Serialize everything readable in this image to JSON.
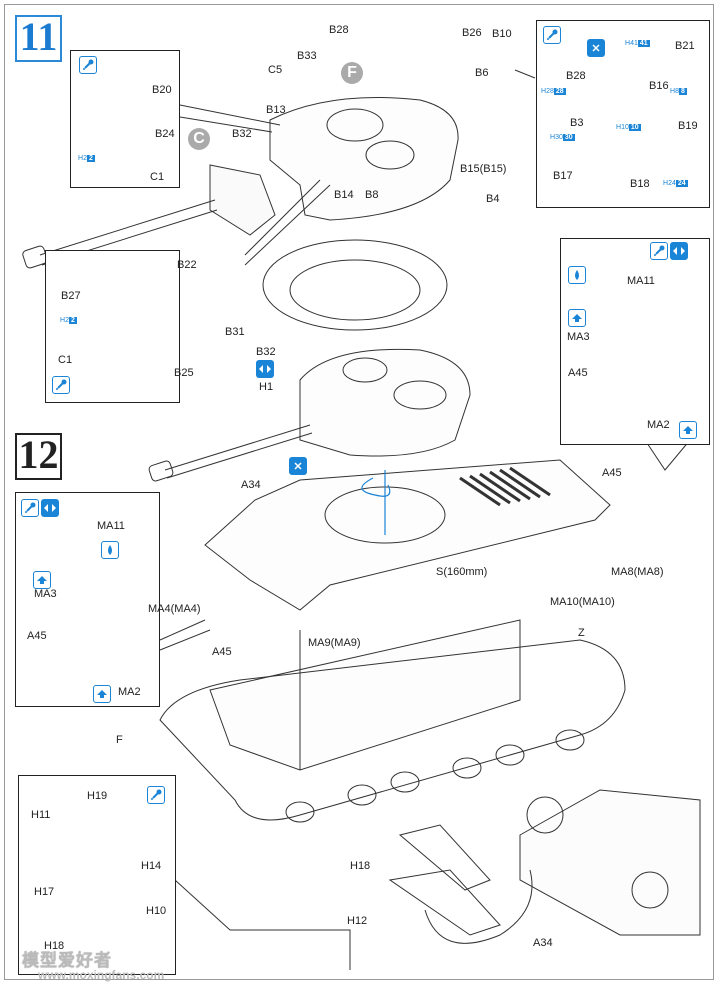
{
  "document": {
    "type": "model kit assembly instructions",
    "accent_color": "#1a84d6"
  },
  "steps": [
    {
      "number": "11"
    },
    {
      "number": "12"
    }
  ],
  "step11": {
    "sub_hull_letters": {
      "c": "C",
      "f": "F"
    },
    "inset_top_left": {
      "labels": {
        "b20": "B20",
        "b24": "B24",
        "c1": "C1"
      },
      "h_badge": {
        "prefix": "H",
        "a": "2",
        "b": "2"
      }
    },
    "main_labels": {
      "b28": "B28",
      "b33": "B33",
      "c5": "C5",
      "b26": "B26",
      "b10": "B10",
      "b6": "B6",
      "b13": "B13",
      "b32": "B32",
      "b15": "B15(B15)",
      "b14": "B14",
      "b8": "B8",
      "b4": "B4",
      "b31": "B31"
    },
    "inset_mg": {
      "labels": {
        "b21": "B21",
        "b28": "B28",
        "b16": "B16",
        "b3": "B3",
        "b19": "B19",
        "b17": "B17",
        "b18": "B18"
      },
      "h_badges": [
        {
          "prefix": "H",
          "a": "41",
          "b": "41"
        },
        {
          "prefix": "H",
          "a": "28",
          "b": "28"
        },
        {
          "prefix": "H",
          "a": "8",
          "b": "8"
        },
        {
          "prefix": "H",
          "a": "10",
          "b": "10"
        },
        {
          "prefix": "H",
          "a": "30",
          "b": "30"
        },
        {
          "prefix": "H",
          "a": "24",
          "b": "24"
        }
      ]
    },
    "inset_hatch": {
      "labels": {
        "b22": "B22",
        "b27": "B27",
        "c1": "C1",
        "b25": "B25"
      },
      "h_badge": {
        "prefix": "H",
        "a": "2",
        "b": "2"
      }
    },
    "turret_labels": {
      "b32": "B32",
      "h1": "H1"
    }
  },
  "step12": {
    "inset_right": {
      "labels": {
        "ma11": "MA11",
        "ma3": "MA3",
        "a45": "A45",
        "ma2": "MA2"
      }
    },
    "inset_left": {
      "labels": {
        "ma11": "MA11",
        "ma3": "MA3",
        "a45": "A45",
        "ma2": "MA2"
      }
    },
    "hull_labels": {
      "a34": "A34",
      "a45_top": "A45",
      "ma4": "MA4(MA4)",
      "a45_left": "A45",
      "s": "S(160mm)",
      "ma8": "MA8(MA8)",
      "ma10": "MA10(MA10)",
      "ma9": "MA9(MA9)",
      "z": "Z",
      "f": "F"
    },
    "inset_fenders": {
      "labels": {
        "h19": "H19",
        "h11": "H11",
        "h14": "H14",
        "h17": "H17",
        "h10": "H10",
        "h18": "H18"
      }
    },
    "rear_detail": {
      "labels": {
        "h18": "H18",
        "h12": "H12",
        "a34": "A34"
      }
    }
  },
  "icons": {
    "glue": "glue-icon",
    "cement": "cement-bottle-icon",
    "remove": "do-not-glue-icon",
    "flip": "both-sides-icon",
    "drop": "liquid-glue-icon",
    "up": "up-arrow-icon"
  },
  "watermark": {
    "text": "模型爱好者",
    "url": "www.moxingfans.com"
  }
}
